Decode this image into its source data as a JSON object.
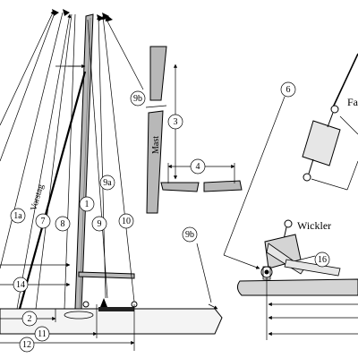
{
  "labels": {
    "vorstag": "Vorstag",
    "mast": "Mast",
    "wickler": "Wickler",
    "fa_partial": "Fa"
  },
  "callouts": {
    "c1": "1",
    "c1a": "1a",
    "c2": "2",
    "c3": "3",
    "c4": "4",
    "c6": "6",
    "c7": "7",
    "c8": "8",
    "c9": "9",
    "c9a": "9a",
    "c9b_top": "9b",
    "c9b_right": "9b",
    "c10": "10",
    "c11": "11",
    "c12": "12",
    "c14": "14",
    "c16": "16"
  }
}
